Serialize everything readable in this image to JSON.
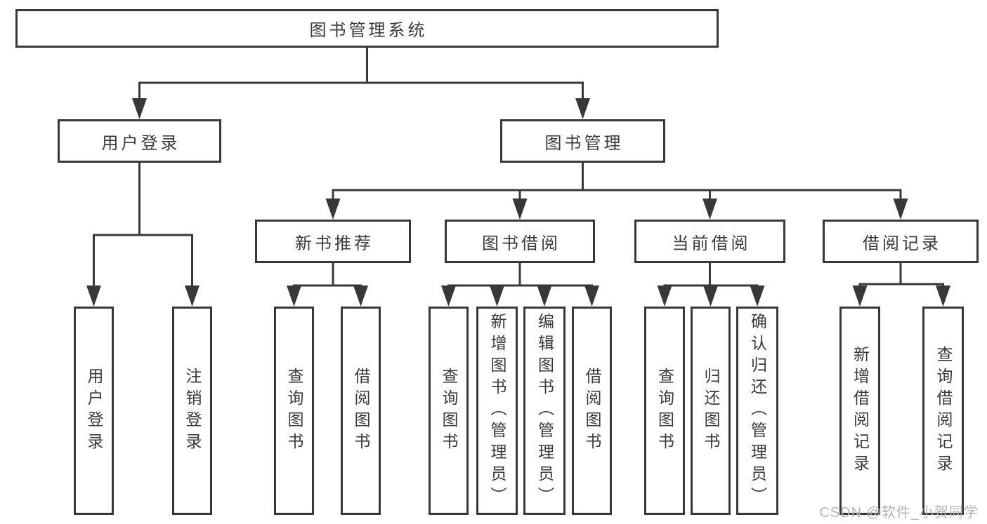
{
  "diagram": {
    "root": {
      "label": "图书管理系统",
      "children": [
        {
          "label": "用户登录",
          "children": [
            {
              "label": "用户登录"
            },
            {
              "label": "注销登录"
            }
          ]
        },
        {
          "label": "图书管理",
          "children": [
            {
              "label": "新书推荐",
              "children": [
                {
                  "label": "查询图书"
                },
                {
                  "label": "借阅图书"
                }
              ]
            },
            {
              "label": "图书借阅",
              "children": [
                {
                  "label": "查询图书"
                },
                {
                  "label": "新增图书（管理员）"
                },
                {
                  "label": "编辑图书（管理员）"
                },
                {
                  "label": "借阅图书"
                }
              ]
            },
            {
              "label": "当前借阅",
              "children": [
                {
                  "label": "查询图书"
                },
                {
                  "label": "归还图书"
                },
                {
                  "label": "确认归还（管理员）"
                }
              ]
            },
            {
              "label": "借阅记录",
              "children": [
                {
                  "label": "新增借阅记录"
                },
                {
                  "label": "查询借阅记录"
                }
              ]
            }
          ]
        }
      ]
    },
    "watermark": "CSDN @软件_小贺同学",
    "colors": {
      "line": "#383838",
      "text": "#3a3a3a",
      "box_background": "#ffffff",
      "page_background": "#ffffff",
      "watermark": "#b5b5b5"
    }
  }
}
